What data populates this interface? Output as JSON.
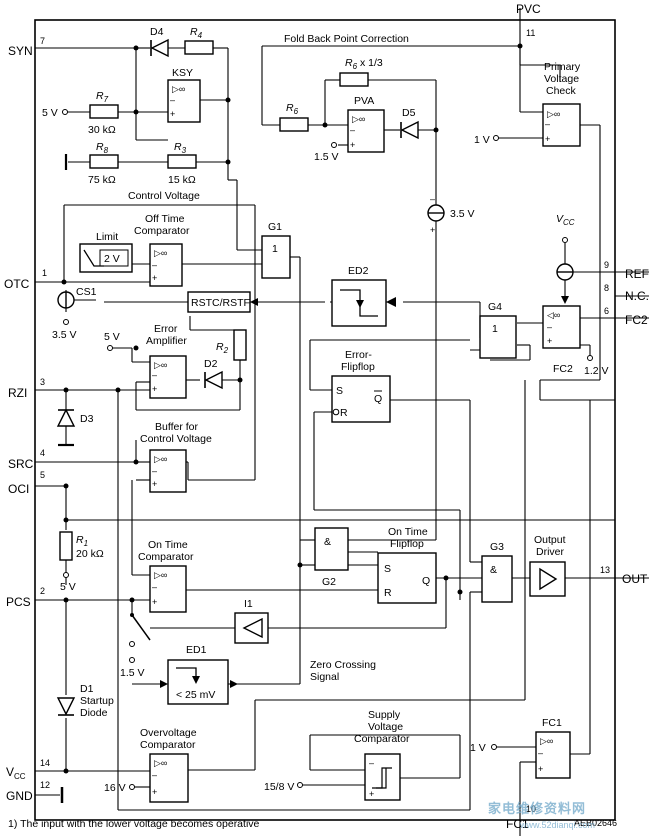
{
  "pins": {
    "syn": {
      "name": "SYN",
      "num": "7"
    },
    "otc": {
      "name": "OTC",
      "num": "1"
    },
    "rzi": {
      "name": "RZI",
      "num": "3"
    },
    "src": {
      "name": "SRC",
      "num": "4"
    },
    "oci": {
      "name": "OCI",
      "num": "5"
    },
    "pcs": {
      "name": "PCS",
      "num": "2"
    },
    "vcc": {
      "name": "V",
      "sub": "CC",
      "num": "14"
    },
    "gnd": {
      "name": "GND",
      "num": "12"
    },
    "pvc": {
      "name": "PVC",
      "num": "11"
    },
    "ref": {
      "name": "REF",
      "num": "9"
    },
    "nc": {
      "name": "N.C.",
      "num": "8"
    },
    "fc2": {
      "name": "FC2",
      "num": "6"
    },
    "out": {
      "name": "OUT",
      "num": "13"
    },
    "fc1": {
      "name": "FC1",
      "num": "10"
    }
  },
  "components": {
    "r4": "R",
    "r4_sub": "4",
    "d4": "D4",
    "ksy": "KSY",
    "r7": "R",
    "r7_sub": "7",
    "r7_val": "30 kΩ",
    "r8": "R",
    "r8_sub": "8",
    "r8_val": "75 kΩ",
    "r3": "R",
    "r3_sub": "3",
    "r3_val": "15 kΩ",
    "r6": "R",
    "r6_sub": "6",
    "r6b": "R",
    "r6b_sub": "6",
    "r6b_suffix": " x 1/3",
    "r2": "R",
    "r2_sub": "2",
    "r1": "R",
    "r1_sub": "1",
    "r1_val": "20 kΩ",
    "pva": "PVA",
    "d5": "D5",
    "d2": "D2",
    "d3": "D3",
    "d1": "D1",
    "cs1": "CS1",
    "g1": "G1",
    "g1_sym": "1",
    "g2": "G2",
    "g2_sym": "&",
    "g3": "G3",
    "g3_sym": "&",
    "g4": "G4",
    "g4_sym": "1",
    "ed1": "ED1",
    "ed1_val": "< 25 mV",
    "ed2": "ED2",
    "fc1": "FC1",
    "fc2": "FC2",
    "i1": "I1",
    "limit_val": "2 V",
    "rstc": "RSTC/RSTF",
    "s": "S",
    "r": "R",
    "q": "Q",
    "qbar": "Q"
  },
  "labels": {
    "fold_back": "Fold Back Point Correction",
    "control_voltage": "Control Voltage",
    "off_time_1": "Off Time",
    "off_time_2": "Comparator",
    "limit": "Limit",
    "primary_1": "Primary",
    "primary_2": "Voltage",
    "primary_3": "Check",
    "error_amp_1": "Error",
    "error_amp_2": "Amplifier",
    "error_ff_1": "Error-",
    "error_ff_2": "Flipflop",
    "buffer_1": "Buffer for",
    "buffer_2": "Control Voltage",
    "on_time_1": "On Time",
    "on_time_2": "Comparator",
    "on_ff_1": "On Time",
    "on_ff_2": "Flipflop",
    "output_1": "Output",
    "output_2": "Driver",
    "zero_1": "Zero Crossing",
    "zero_2": "Signal",
    "startup_1": "Startup",
    "startup_2": "Diode",
    "ov_1": "Overvoltage",
    "ov_2": "Comparator",
    "supply_1": "Supply",
    "supply_2": "Voltage",
    "supply_3": "Comparator"
  },
  "voltages": {
    "v5_ksy": "5 V",
    "v15_pva": "1.5 V",
    "v35_src": "3.5 V",
    "v1_pvc": "1 V",
    "vcc_top": "V",
    "vcc_top_sub": "CC",
    "v35_cs": "3.5 V",
    "v5_err": "5 V",
    "v12_fc2": "1.2 V",
    "v5_r1": "5 V",
    "v15_on": "1.5 V",
    "v1_fc1": "1 V",
    "v16": "16 V",
    "v158": "15/8 V"
  },
  "footnote": "1) The input with the lower voltage becomes operative",
  "code": "AEB02646",
  "watermark": "家电维修资料网",
  "watermark_url": "www.52dianqi.com"
}
